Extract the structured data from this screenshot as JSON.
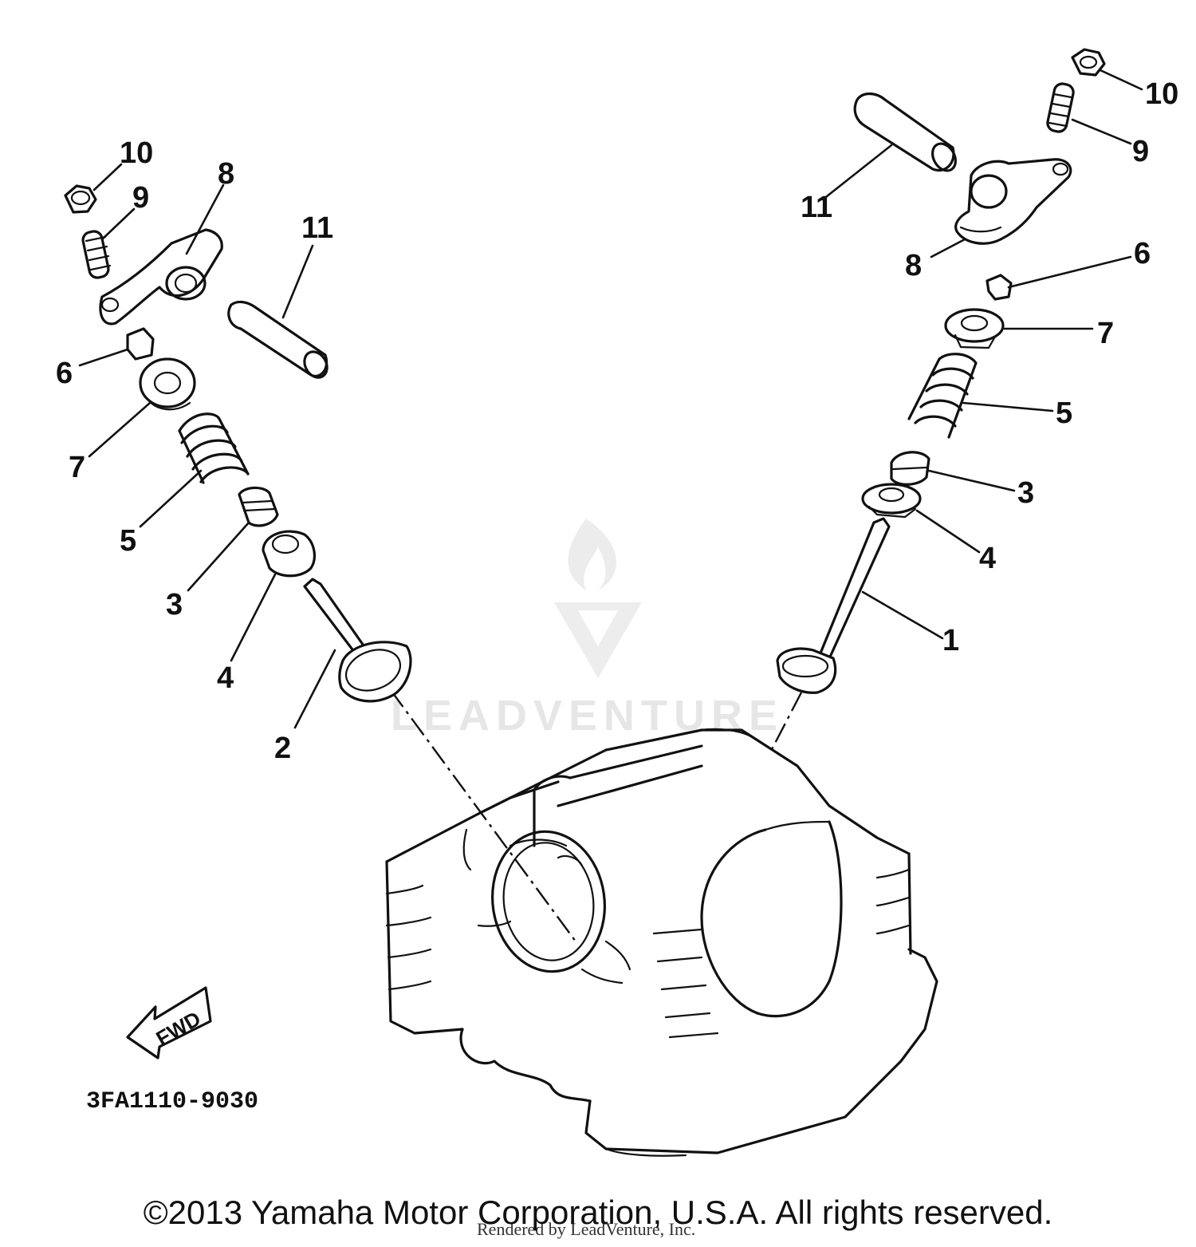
{
  "callouts": {
    "left": {
      "c10": "10",
      "c9": "9",
      "c8": "8",
      "c11": "11",
      "c6": "6",
      "c7": "7",
      "c5": "5",
      "c3": "3",
      "c4": "4",
      "c2": "2"
    },
    "right": {
      "c10": "10",
      "c9": "9",
      "c11": "11",
      "c8": "8",
      "c6": "6",
      "c7": "7",
      "c5": "5",
      "c3": "3",
      "c4": "4",
      "c1": "1"
    }
  },
  "forward_arrow_label": "FWD",
  "diagram_code": "3FA1110-9030",
  "watermark": {
    "brand": "LEADVENTURE",
    "rendered_by": "Rendered by LeadVenture, Inc."
  },
  "copyright": "©2013 Yamaha Motor Corporation, U.S.A. All rights reserved."
}
